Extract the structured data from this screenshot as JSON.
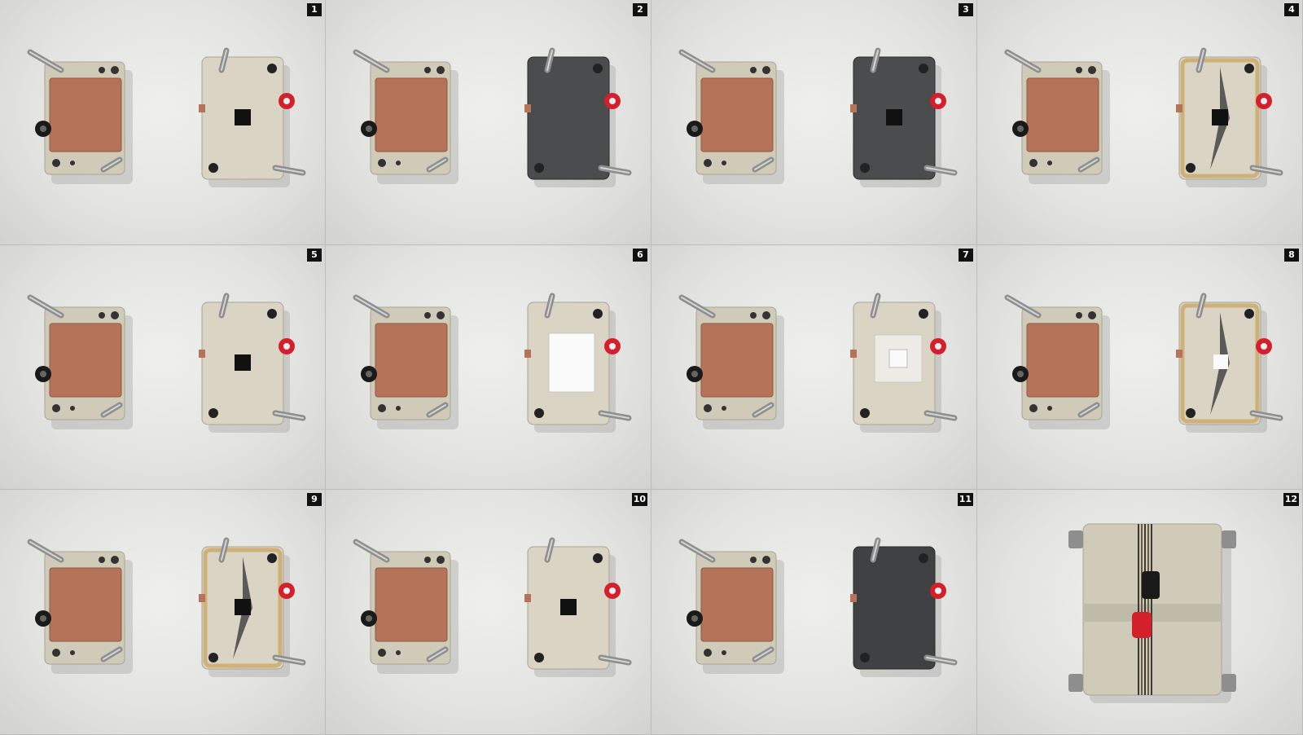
{
  "panels": [
    {
      "label": "1",
      "layer": "copper"
    },
    {
      "label": "2",
      "layer": "graphite"
    },
    {
      "label": "3",
      "layer": "graphite-window"
    },
    {
      "label": "4",
      "layer": "gasket-stained"
    },
    {
      "label": "5",
      "layer": "gasket"
    },
    {
      "label": "6",
      "layer": "membrane-white"
    },
    {
      "label": "7",
      "layer": "membrane-frame"
    },
    {
      "label": "8",
      "layer": "gasket-stained-window"
    },
    {
      "label": "9",
      "layer": "gasket-stained"
    },
    {
      "label": "10",
      "layer": "gasket"
    },
    {
      "label": "11",
      "layer": "graphite-dark"
    },
    {
      "label": "12",
      "layer": "assembled"
    }
  ],
  "colors": {
    "copper": "#b5735a",
    "frame": "#cfcbb8",
    "graphite": "#4a4c4e",
    "gasket": "#d9d4c4",
    "stain": "#c9a35a",
    "red_terminal": "#d4202a",
    "black_terminal": "#1a1a1a"
  }
}
